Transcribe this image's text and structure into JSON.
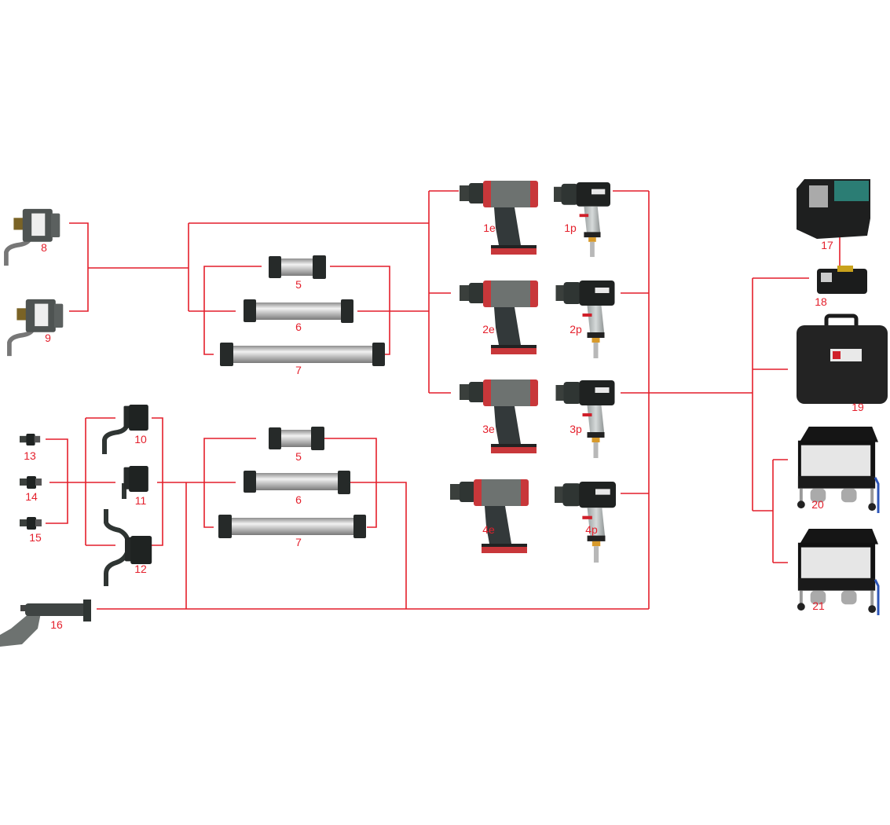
{
  "colors": {
    "line": "#e41f2b",
    "label": "#e41f2b",
    "tool_dark": "#2f3533",
    "tool_red": "#c8373a",
    "tube": "#c9c9c9"
  },
  "items": {
    "p1e": "1e",
    "p1p": "1p",
    "p2e": "2e",
    "p2p": "2p",
    "p3e": "3e",
    "p3p": "3p",
    "p4e": "4e",
    "p4p": "4p",
    "p5a": "5",
    "p6a": "6",
    "p7a": "7",
    "p5b": "5",
    "p6b": "6",
    "p7b": "7",
    "p8": "8",
    "p9": "9",
    "p10": "10",
    "p11": "11",
    "p12": "12",
    "p13": "13",
    "p14": "14",
    "p15": "15",
    "p16": "16",
    "p17": "17",
    "p18": "18",
    "p19": "19",
    "p20": "20",
    "p21": "21"
  }
}
